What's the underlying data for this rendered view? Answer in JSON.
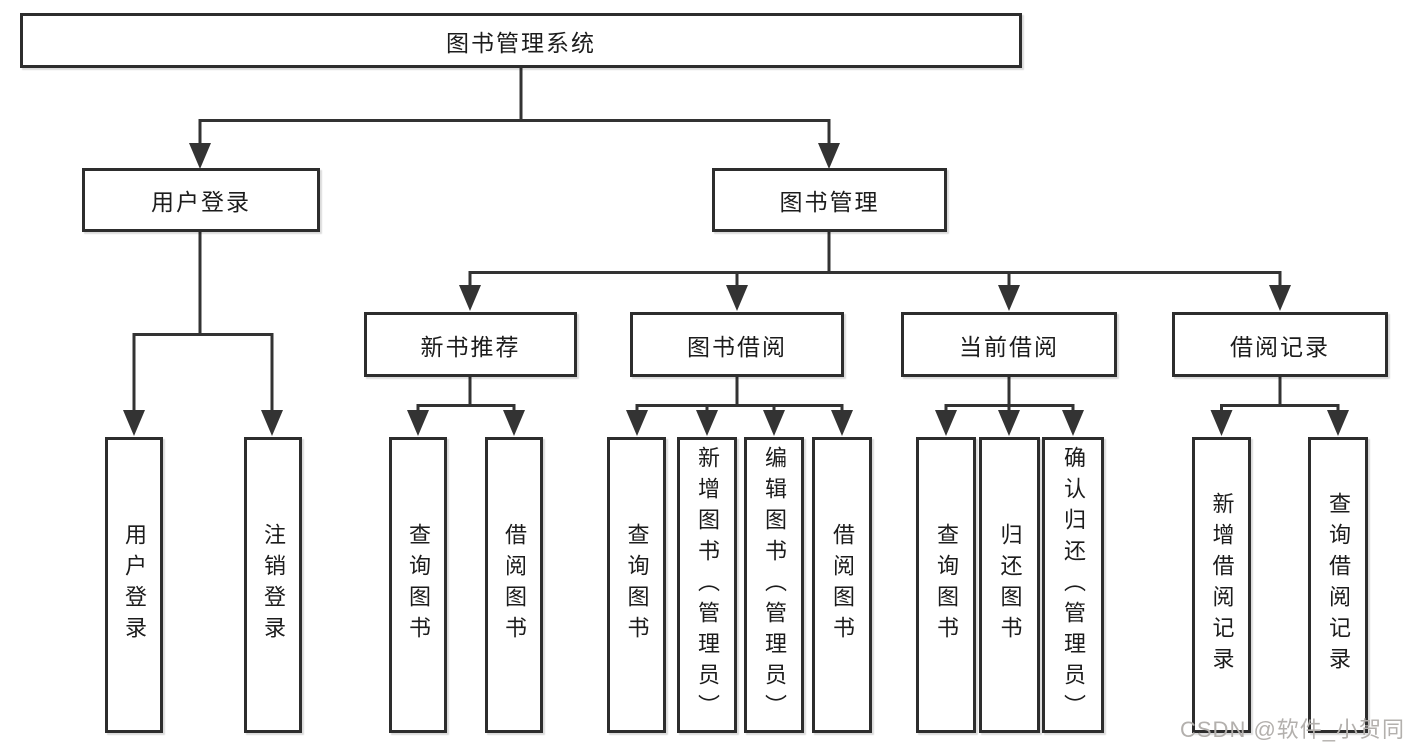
{
  "colors": {
    "line": "#333333",
    "box_border": "#2d2d2d",
    "text": "#1c1c1c",
    "watermark": "#b3b0ad",
    "background": "#ffffff"
  },
  "diagram": {
    "type": "hierarchy-tree",
    "root": {
      "label": "图书管理系统"
    },
    "level2": [
      {
        "label": "用户登录"
      },
      {
        "label": "图书管理"
      }
    ],
    "level3": [
      {
        "label": "新书推荐",
        "parent": "图书管理"
      },
      {
        "label": "图书借阅",
        "parent": "图书管理"
      },
      {
        "label": "当前借阅",
        "parent": "图书管理"
      },
      {
        "label": "借阅记录",
        "parent": "图书管理"
      }
    ],
    "leaves": [
      {
        "label": "用户登录",
        "parent": "用户登录"
      },
      {
        "label": "注销登录",
        "parent": "用户登录"
      },
      {
        "label": "查询图书",
        "parent": "新书推荐"
      },
      {
        "label": "借阅图书",
        "parent": "新书推荐"
      },
      {
        "label": "查询图书",
        "parent": "图书借阅"
      },
      {
        "label": "新增图书（管理员）",
        "parent": "图书借阅"
      },
      {
        "label": "编辑图书（管理员）",
        "parent": "图书借阅"
      },
      {
        "label": "借阅图书",
        "parent": "图书借阅"
      },
      {
        "label": "查询图书",
        "parent": "当前借阅"
      },
      {
        "label": "归还图书",
        "parent": "当前借阅"
      },
      {
        "label": "确认归还（管理员）",
        "parent": "当前借阅"
      },
      {
        "label": "新增借阅记录",
        "parent": "借阅记录"
      },
      {
        "label": "查询借阅记录",
        "parent": "借阅记录"
      }
    ],
    "watermark": "CSDN @软件_小贺同学"
  }
}
